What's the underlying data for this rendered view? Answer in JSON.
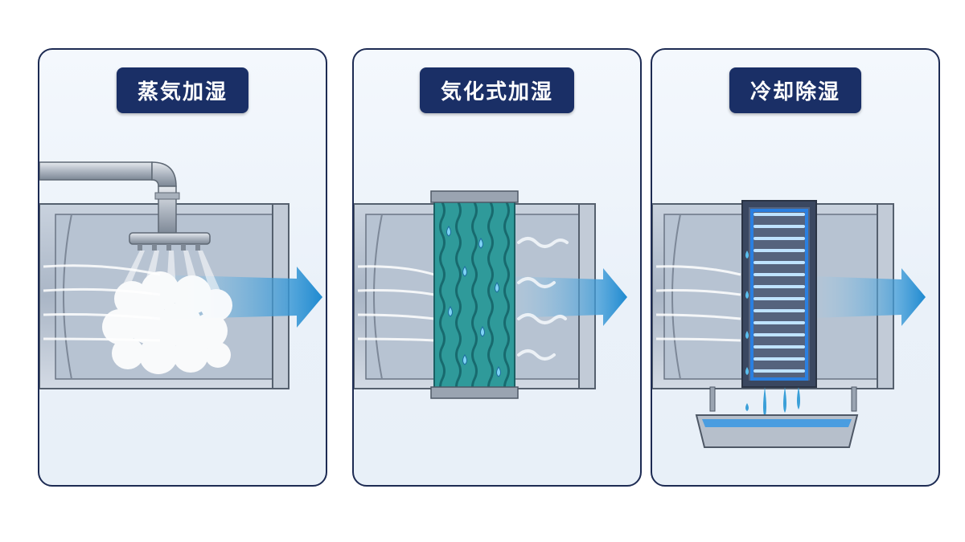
{
  "panels": [
    {
      "title": "蒸気加湿"
    },
    {
      "title": "気化式加湿"
    },
    {
      "title": "冷却除湿"
    }
  ],
  "colors": {
    "badge": "#1a2f66",
    "border": "#1d2b53",
    "airflow": "#2a8fd0",
    "water": "#3a9fd8",
    "media": "#2f9a9a",
    "coil": "#2a6fd0"
  },
  "icons": [
    "steam-pipe-icon",
    "evaporative-media-icon",
    "cooling-coil-icon",
    "drain-pan-icon",
    "airflow-arrow-icon"
  ]
}
